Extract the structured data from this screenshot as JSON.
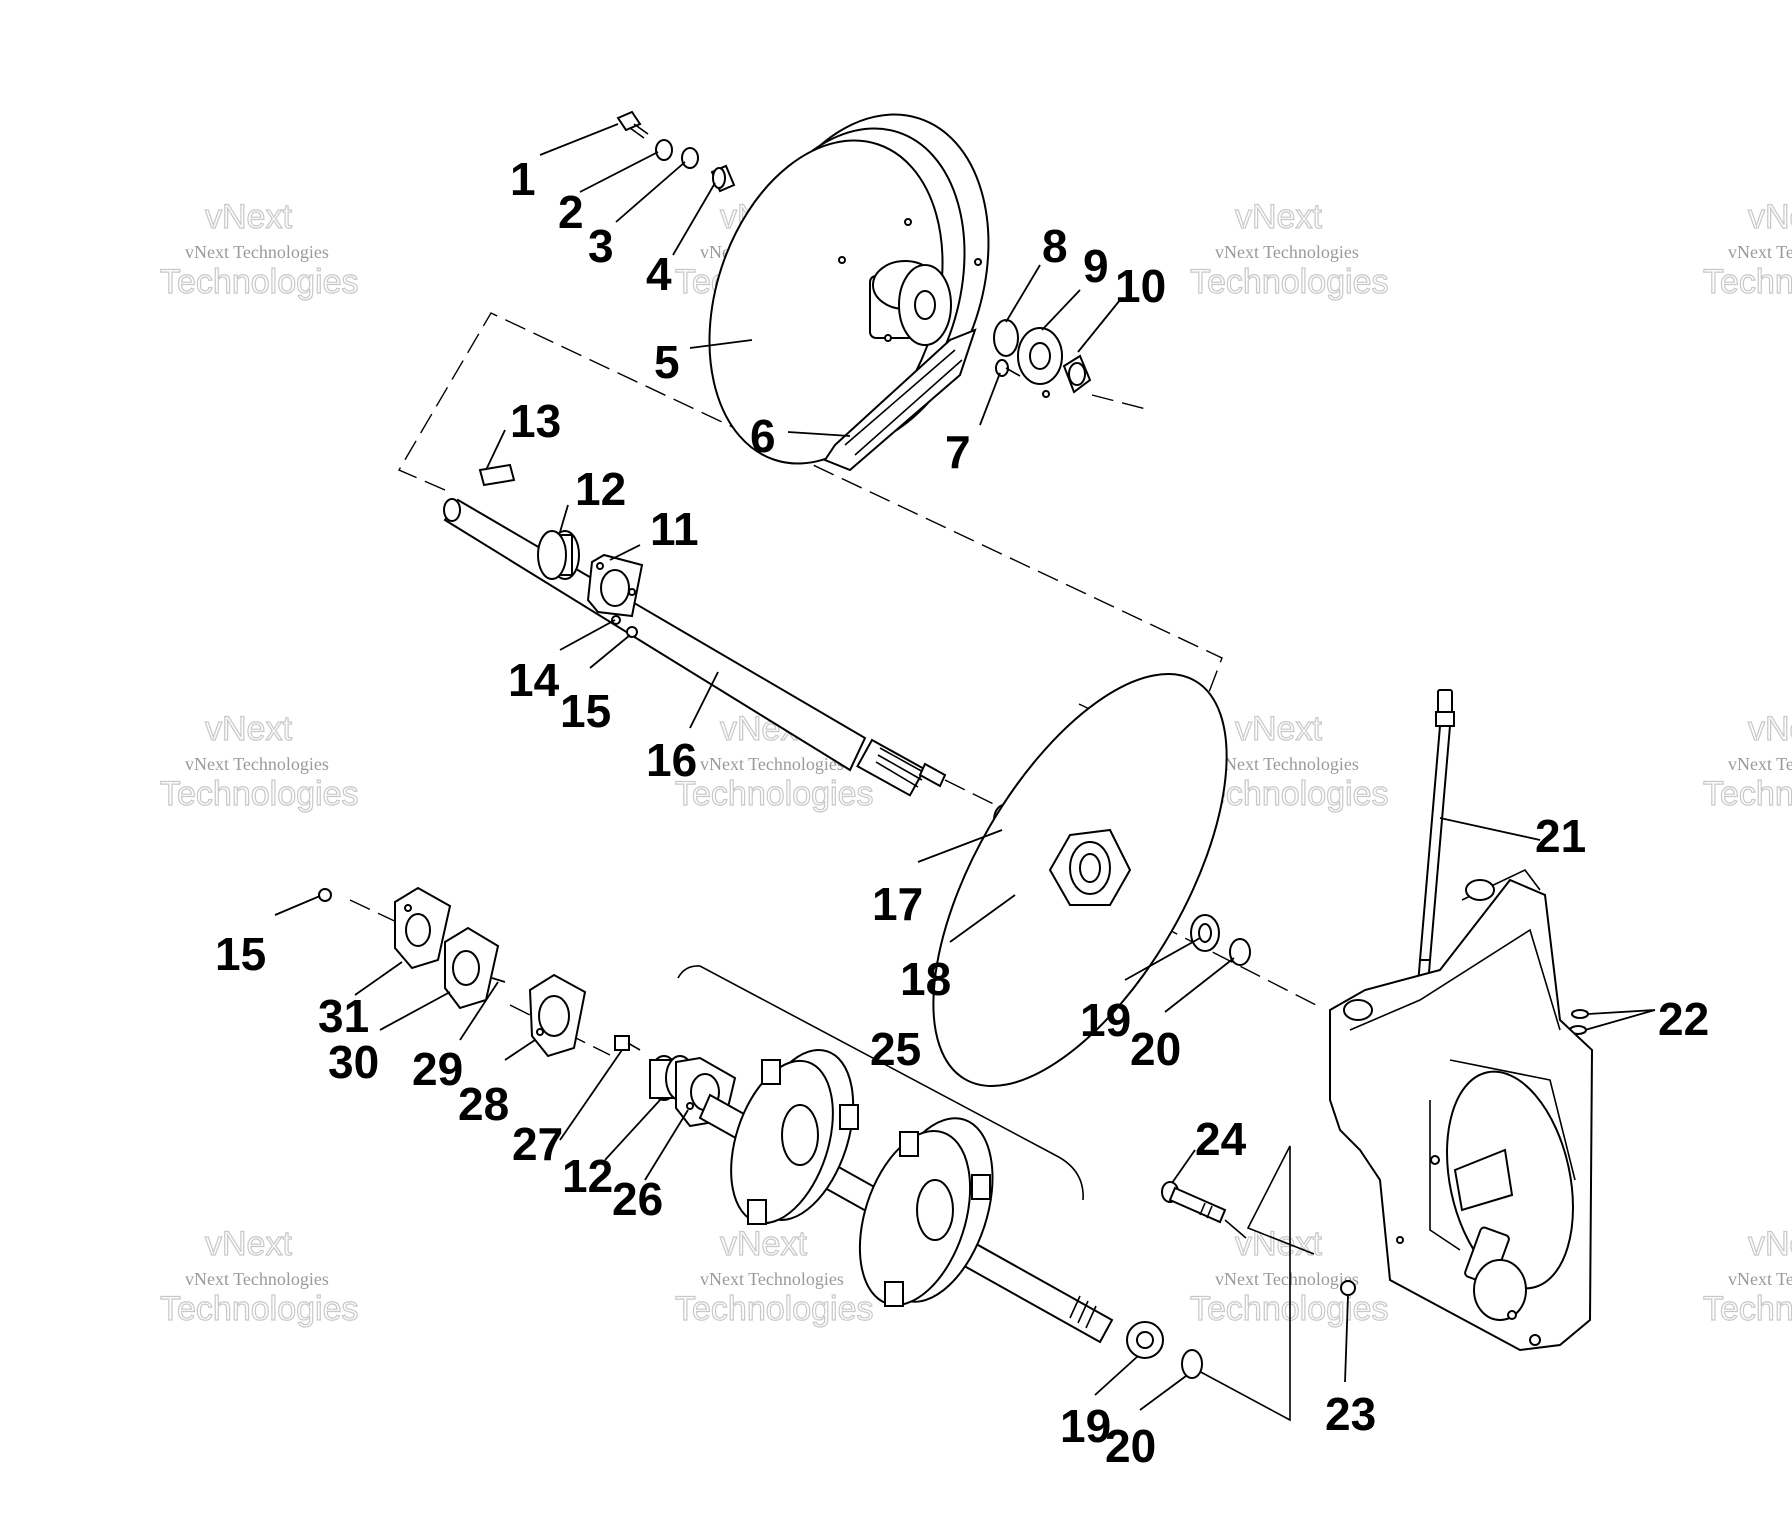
{
  "watermark": {
    "line1": "vNext",
    "line2": "vNext Technologies",
    "line3": "Technologies"
  },
  "callouts": [
    "1",
    "2",
    "3",
    "4",
    "5",
    "6",
    "7",
    "8",
    "9",
    "10",
    "11",
    "12",
    "13",
    "14",
    "15",
    "16",
    "17",
    "18",
    "19",
    "20",
    "21",
    "22",
    "23",
    "24",
    "25",
    "26",
    "27",
    "28",
    "29",
    "30",
    "31"
  ]
}
